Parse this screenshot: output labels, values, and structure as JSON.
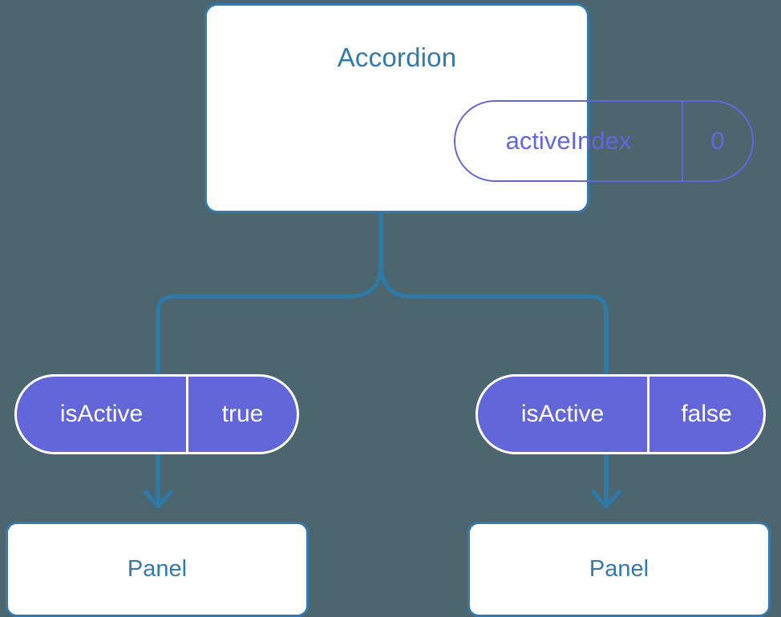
{
  "diagram": {
    "background_color": "#4c6670",
    "accent_blue": "#3579ac",
    "accent_purple": "#6366d8",
    "root": {
      "title": "Accordion",
      "prop": {
        "key": "activeIndex",
        "value": "0"
      }
    },
    "branches": [
      {
        "prop": {
          "key": "isActive",
          "value": "true"
        },
        "child": {
          "title": "Panel"
        }
      },
      {
        "prop": {
          "key": "isActive",
          "value": "false"
        },
        "child": {
          "title": "Panel"
        }
      }
    ],
    "icons": {
      "arrow_down": "arrow-down-icon",
      "tree_connector": "tree-connector-icon"
    }
  }
}
